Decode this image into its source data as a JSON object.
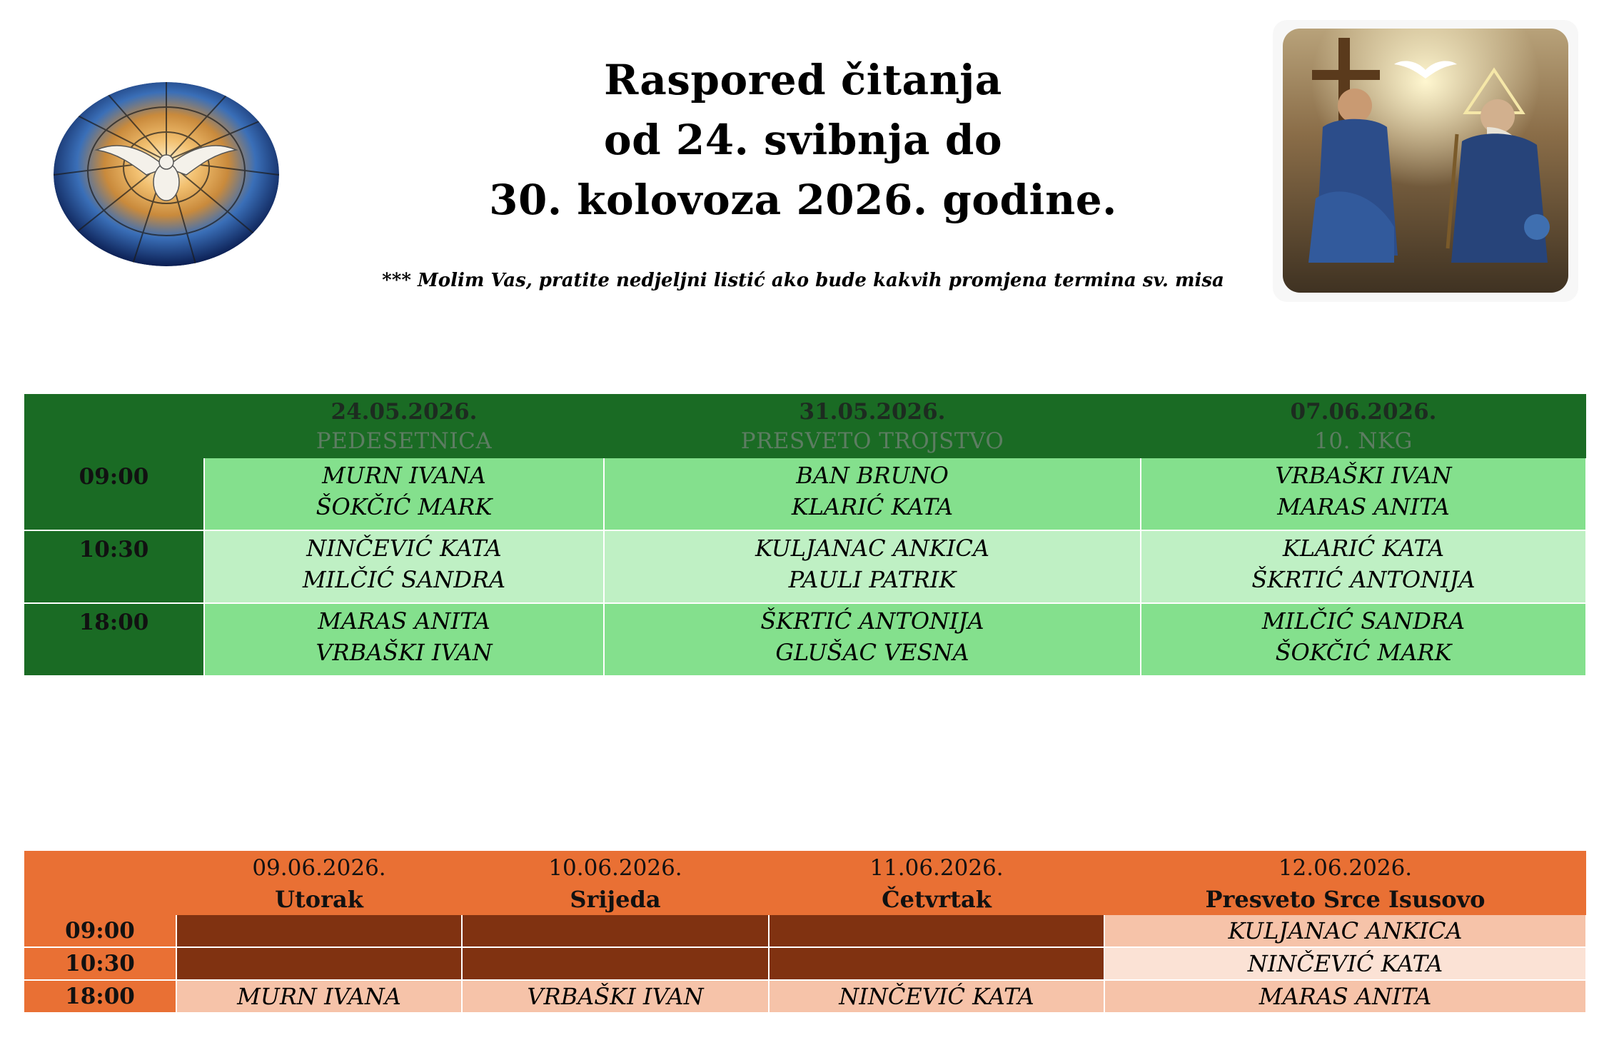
{
  "header": {
    "title_line1": "Raspored čitanja",
    "title_line2": "od 24. svibnja do",
    "title_line3": "30. kolovoza 2026. godine.",
    "notice": "*** Molim Vas, pratite nedjeljni listić ako bude kakvih promjena termina sv. misa"
  },
  "images": {
    "left": "holy-spirit-stained-glass-icon",
    "right": "holy-trinity-painting-icon"
  },
  "sunday_table": {
    "columns": [
      {
        "date": "24.05.2026.",
        "feast": "PEDESETNICA"
      },
      {
        "date": "31.05.2026.",
        "feast": "PRESVETO TROJSTVO"
      },
      {
        "date": "07.06.2026.",
        "feast": "10. NKG"
      }
    ],
    "rows": [
      {
        "time": "09:00",
        "cells": [
          [
            "MURN IVANA",
            "ŠOKČIĆ MARK"
          ],
          [
            "BAN BRUNO",
            "KLARIĆ KATA"
          ],
          [
            "VRBAŠKI IVAN",
            "MARAS ANITA"
          ]
        ]
      },
      {
        "time": "10:30",
        "cells": [
          [
            "NINČEVIĆ KATA",
            "MILČIĆ SANDRA"
          ],
          [
            "KULJANAC ANKICA",
            "PAULI PATRIK"
          ],
          [
            "KLARIĆ KATA",
            "ŠKRTIĆ ANTONIJA"
          ]
        ]
      },
      {
        "time": "18:00",
        "cells": [
          [
            "MARAS ANITA",
            "VRBAŠKI IVAN"
          ],
          [
            "ŠKRTIĆ ANTONIJA",
            "GLUŠAC VESNA"
          ],
          [
            "MILČIĆ SANDRA",
            "ŠOKČIĆ MARK"
          ]
        ]
      }
    ]
  },
  "weekday_table": {
    "columns": [
      {
        "date": "09.06.2026.",
        "day": "Utorak"
      },
      {
        "date": "10.06.2026.",
        "day": "Srijeda"
      },
      {
        "date": "11.06.2026.",
        "day": "Četvrtak"
      },
      {
        "date": "12.06.2026.",
        "day": "Presveto Srce Isusovo"
      }
    ],
    "rows": [
      {
        "time": "09:00",
        "cells": [
          "",
          "",
          "",
          "KULJANAC ANKICA"
        ]
      },
      {
        "time": "10:30",
        "cells": [
          "",
          "",
          "",
          "NINČEVIĆ KATA"
        ]
      },
      {
        "time": "18:00",
        "cells": [
          "MURN IVANA",
          "VRBAŠKI IVAN",
          "NINČEVIĆ KATA",
          "MARAS ANITA"
        ]
      }
    ]
  },
  "colors": {
    "green_dark": "#1a6b24",
    "green_mid": "#84e08d",
    "green_light": "#bff0c4",
    "orange": "#e97034",
    "brown": "#803211",
    "peach": "#f6c3a9",
    "peach_light": "#fbe2d5"
  }
}
